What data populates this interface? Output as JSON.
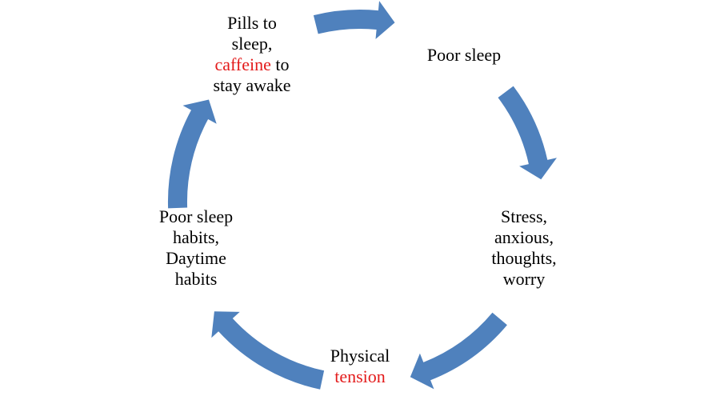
{
  "diagram": {
    "type": "cycle",
    "arrow_color": "#4f81bd",
    "highlight_color": "#e31b1b",
    "nodes": [
      {
        "id": "pills",
        "lines": [
          [
            {
              "text": "Pills to"
            }
          ],
          [
            {
              "text": "sleep,"
            }
          ],
          [
            {
              "text": "caffeine",
              "highlight": true
            },
            {
              "text": " to"
            }
          ],
          [
            {
              "text": "stay awake"
            }
          ]
        ]
      },
      {
        "id": "poor",
        "lines": [
          [
            {
              "text": "Poor sleep"
            }
          ]
        ]
      },
      {
        "id": "stress",
        "lines": [
          [
            {
              "text": "Stress,"
            }
          ],
          [
            {
              "text": "anxious,"
            }
          ],
          [
            {
              "text": "thoughts,"
            }
          ],
          [
            {
              "text": "worry"
            }
          ]
        ]
      },
      {
        "id": "tension",
        "lines": [
          [
            {
              "text": "Physical"
            }
          ],
          [
            {
              "text": "tension",
              "highlight": true
            }
          ]
        ]
      },
      {
        "id": "habits",
        "lines": [
          [
            {
              "text": "Poor sleep"
            }
          ],
          [
            {
              "text": "habits,"
            }
          ],
          [
            {
              "text": "Daytime"
            }
          ],
          [
            {
              "text": "habits"
            }
          ]
        ]
      }
    ],
    "arrows": [
      {
        "from": "pills",
        "to": "poor"
      },
      {
        "from": "poor",
        "to": "stress"
      },
      {
        "from": "stress",
        "to": "tension"
      },
      {
        "from": "tension",
        "to": "habits"
      },
      {
        "from": "habits",
        "to": "pills"
      }
    ]
  }
}
